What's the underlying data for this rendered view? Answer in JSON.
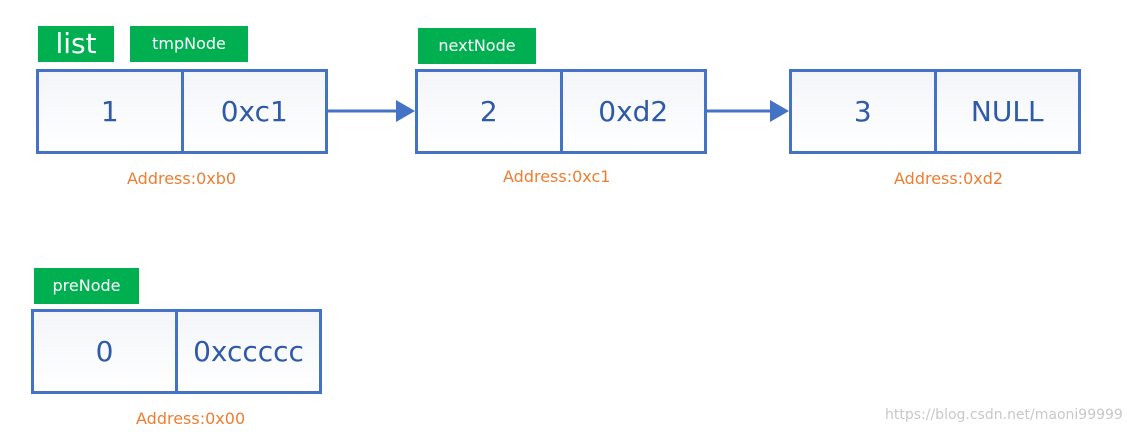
{
  "nodes": [
    {
      "value": "1",
      "pointer": "0xc1",
      "address": "Address:0xb0"
    },
    {
      "value": "2",
      "pointer": "0xd2",
      "address": "Address:0xc1"
    },
    {
      "value": "3",
      "pointer": "NULL",
      "address": "Address:0xd2"
    },
    {
      "value": "0",
      "pointer": "0xccccc",
      "address": "Address:0x00"
    }
  ],
  "labels": {
    "list": "list",
    "tmp_node": "tmpNode",
    "next_node": "nextNode",
    "pre_node": "preNode"
  },
  "watermark": "https://blog.csdn.net/maoni99999",
  "colors": {
    "tag": "#00b050",
    "node_border": "#4472c4",
    "node_text": "#2e5aa7",
    "address": "#ed7d31",
    "watermark": "#c8c8c8"
  }
}
